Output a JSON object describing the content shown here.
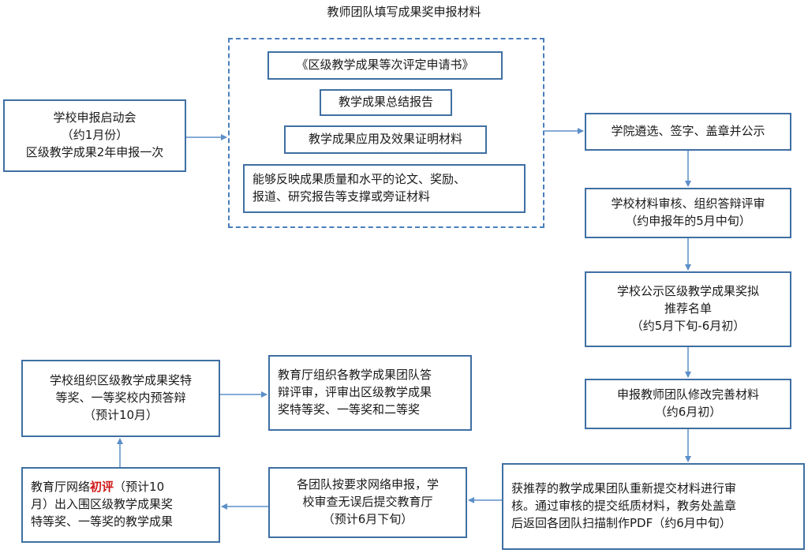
{
  "title": "教师团队填写成果奖申报材料",
  "materials": {
    "item1": "《区级教学成果等次评定申请书》",
    "item2": "教学成果总结报告",
    "item3": "教学成果应用及效果证明材料",
    "item4_line1": "能够反映成果质量和水平的论文、奖励、",
    "item4_line2": "报道、研究报告等支撑或旁证材料"
  },
  "start": {
    "line1": "学校申报启动会",
    "line2": "（约1月份）",
    "line3": "区级教学成果2年申报一次"
  },
  "steps": {
    "college": "学院遴选、签字、盖章并公示",
    "review_line1": "学校材料审核、组织答辩评审",
    "review_line2": "（约申报年的5月中旬）",
    "publicize_line1": "学校公示区级教学成果奖拟",
    "publicize_line2": "推荐名单",
    "publicize_line3": "（约5月下旬-6月初）",
    "revise_line1": "申报教师团队修改完善材料",
    "revise_line2": "（约6月初）",
    "resubmit_line1": "获推荐的教学成果团队重新提交材料进行审",
    "resubmit_line2": "核。通过审核的提交纸质材料，教务处盖章",
    "resubmit_line3": "后返回各团队扫描制作PDF（约6月中旬）",
    "online_line1": "各团队按要求网络申报，学",
    "online_line2": "校审查无误后提交教育厅",
    "online_line3": "（预计6月下旬）",
    "prelim_line1_a": "教育厅网络",
    "prelim_line1_red": "初评",
    "prelim_line1_b": "（预计10",
    "prelim_line2": "月）出入围区级教学成果奖",
    "prelim_line3": "特等奖、一等奖的教学成果",
    "rehearsal_line1": "学校组织区级教学成果奖特",
    "rehearsal_line2": "等奖、一等奖校内预答辩",
    "rehearsal_line3": "（预计10月）",
    "final_line1": "教育厅组织各教学成果团队答",
    "final_line2": "辩评审，评审出区级教学成果",
    "final_line3": "奖特等奖、一等奖和二等奖"
  },
  "colors": {
    "border": "#3f6fa3",
    "arrow": "#5b8fc9",
    "emphasis": "#d01a1a"
  }
}
